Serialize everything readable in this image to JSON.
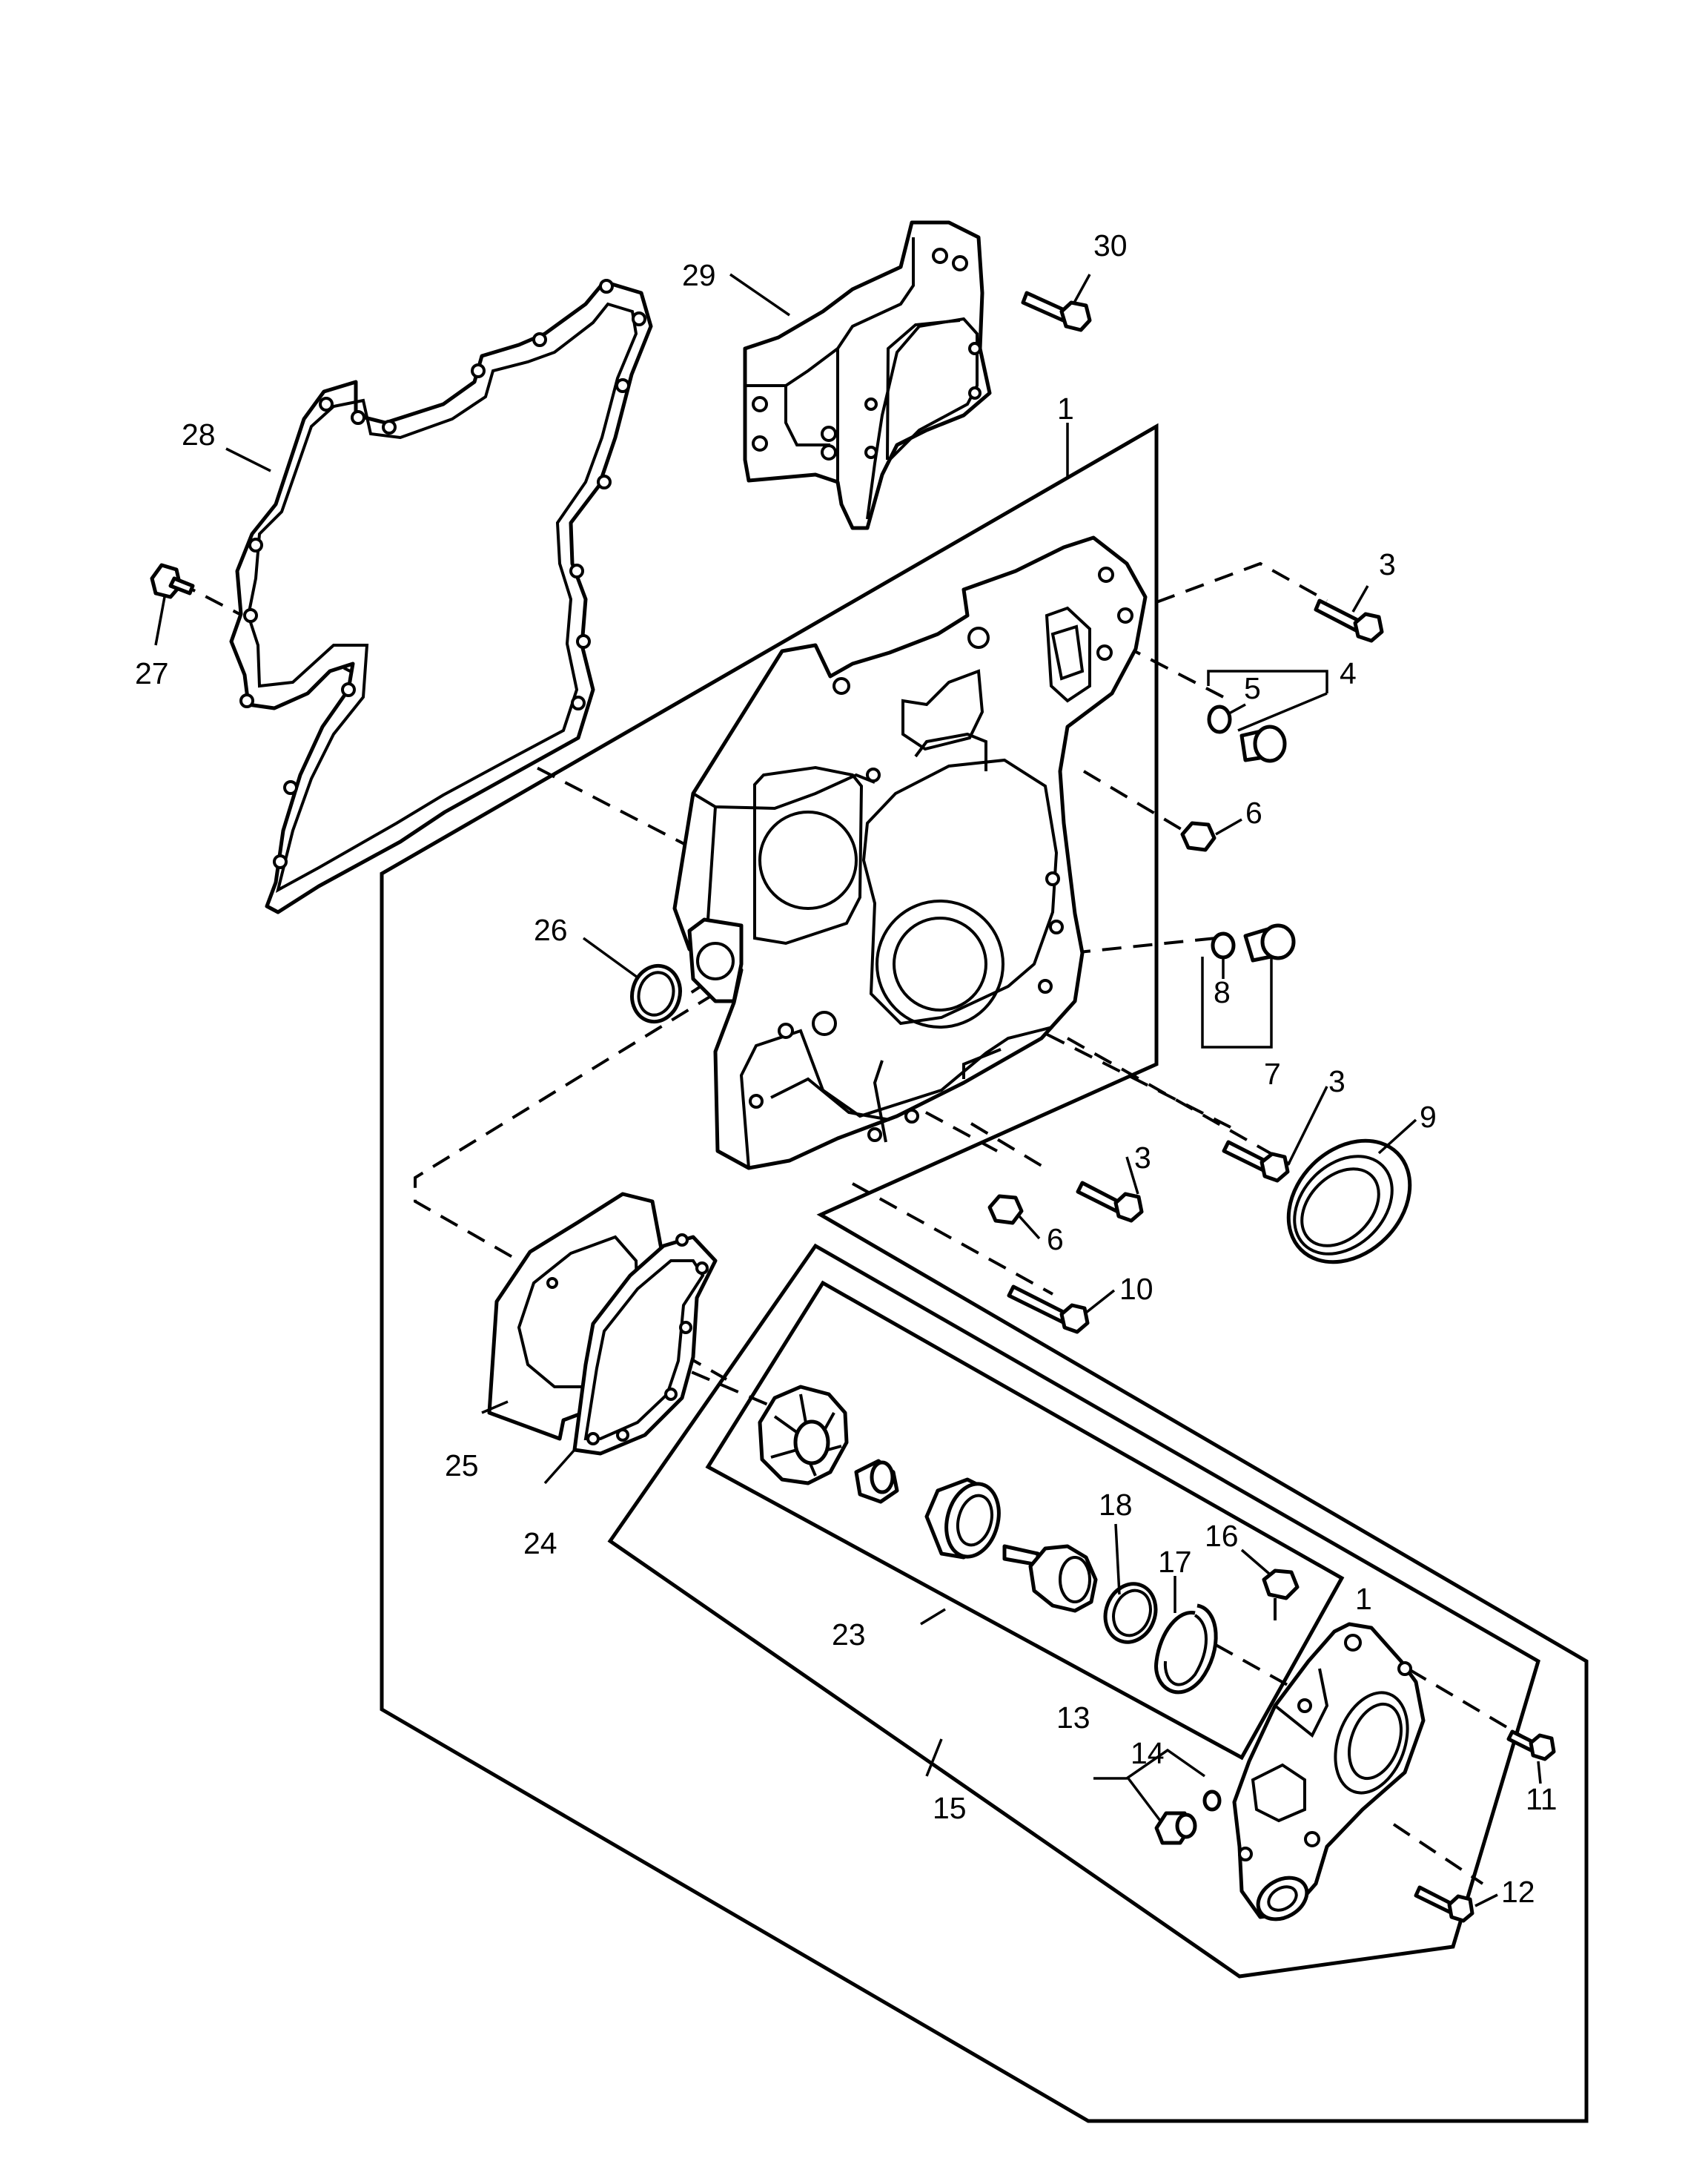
{
  "callouts": [
    {
      "id": "c1",
      "label": "1"
    },
    {
      "id": "c1b",
      "label": "1"
    },
    {
      "id": "c3a",
      "label": "3"
    },
    {
      "id": "c3b",
      "label": "3"
    },
    {
      "id": "c3c",
      "label": "3"
    },
    {
      "id": "c4",
      "label": "4"
    },
    {
      "id": "c5",
      "label": "5"
    },
    {
      "id": "c6a",
      "label": "6"
    },
    {
      "id": "c6b",
      "label": "6"
    },
    {
      "id": "c7",
      "label": "7"
    },
    {
      "id": "c8",
      "label": "8"
    },
    {
      "id": "c9",
      "label": "9"
    },
    {
      "id": "c10",
      "label": "10"
    },
    {
      "id": "c11",
      "label": "11"
    },
    {
      "id": "c12",
      "label": "12"
    },
    {
      "id": "c13",
      "label": "13"
    },
    {
      "id": "c14",
      "label": "14"
    },
    {
      "id": "c15",
      "label": "15"
    },
    {
      "id": "c16",
      "label": "16"
    },
    {
      "id": "c17",
      "label": "17"
    },
    {
      "id": "c18",
      "label": "18"
    },
    {
      "id": "c23",
      "label": "23"
    },
    {
      "id": "c24",
      "label": "24"
    },
    {
      "id": "c25",
      "label": "25"
    },
    {
      "id": "c26",
      "label": "26"
    },
    {
      "id": "c27",
      "label": "27"
    },
    {
      "id": "c28",
      "label": "28"
    },
    {
      "id": "c29",
      "label": "29"
    },
    {
      "id": "c30",
      "label": "30"
    }
  ]
}
